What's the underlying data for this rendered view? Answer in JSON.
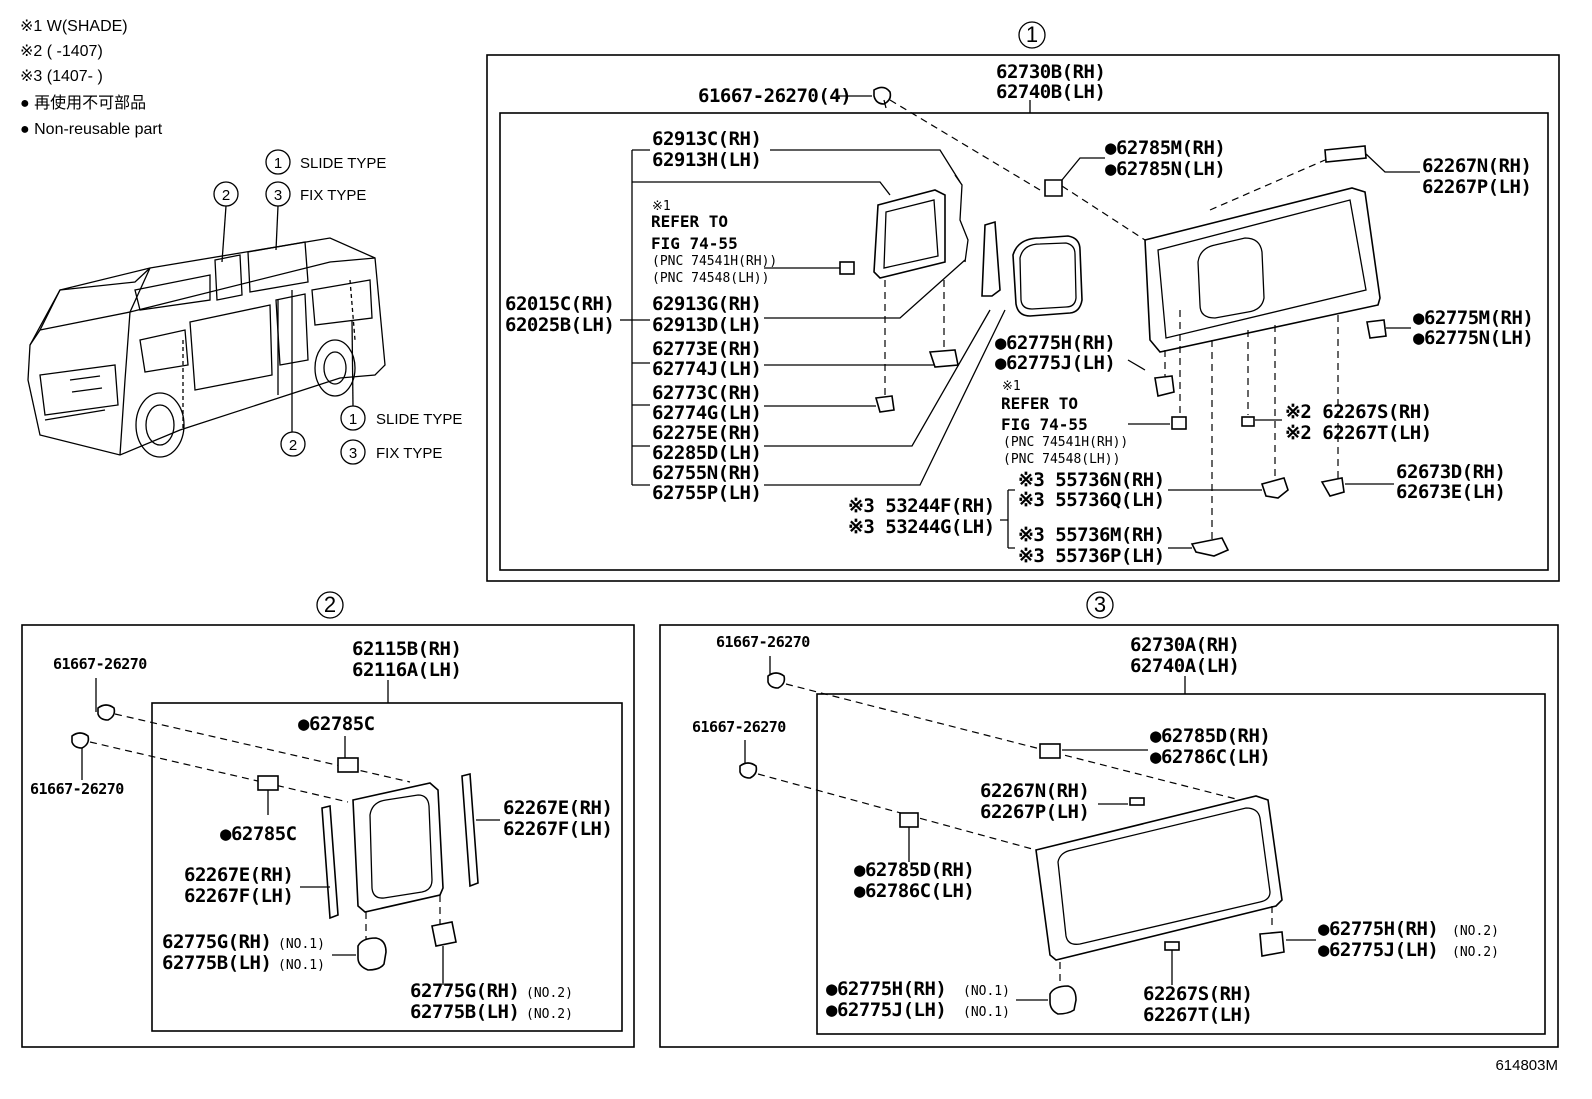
{
  "legend": {
    "note1": "※1 W(SHADE)",
    "note2": "※2 (       -1407)",
    "note3": "※3 (1407-       )",
    "jp_nonreusable": "● 再使用不可部品",
    "en_nonreusable": "● Non-reusable part"
  },
  "van_callouts": {
    "slide_type": "SLIDE TYPE",
    "fix_type": "FIX TYPE",
    "n1": "1",
    "n2": "2",
    "n3": "3"
  },
  "section1": {
    "marker": "1",
    "assy_rh": "62730B(RH)",
    "assy_lh": "62740B(LH)",
    "clip": "61667-26270(4)",
    "p62913C": "62913C(RH)",
    "p62913H": "62913H(LH)",
    "ref_note": "※1",
    "ref_to": "REFER TO",
    "ref_fig": "FIG 74-55",
    "ref_pnc_rh": "(PNC 74541H(RH))",
    "ref_pnc_lh": "(PNC 74548(LH))",
    "p62015C": "62015C(RH)",
    "p62025B": "62025B(LH)",
    "p62913G": "62913G(RH)",
    "p62913D": "62913D(LH)",
    "p62773E": "62773E(RH)",
    "p62774J": "62774J(LH)",
    "p62773C": "62773C(RH)",
    "p62774G": "62774G(LH)",
    "p62275E": "62275E(RH)",
    "p62285D": "62285D(LH)",
    "p62755N": "62755N(RH)",
    "p62755P": "62755P(LH)",
    "p62785M": "●62785M(RH)",
    "p62785N": "●62785N(LH)",
    "p62267N": "62267N(RH)",
    "p62267P": "62267P(LH)",
    "p62775M": "●62775M(RH)",
    "p62775N": "●62775N(LH)",
    "p62775H": "●62775H(RH)",
    "p62775J": "●62775J(LH)",
    "ref2_note": "※1",
    "ref2_to": "REFER TO",
    "ref2_fig": "FIG 74-55",
    "ref2_pnc_rh": "(PNC 74541H(RH))",
    "ref2_pnc_lh": "(PNC 74548(LH))",
    "p62267S": "※2 62267S(RH)",
    "p62267T": "※2 62267T(LH)",
    "p55736N": "※3 55736N(RH)",
    "p55736Q": "※3 55736Q(LH)",
    "p53244F": "※3 53244F(RH)",
    "p53244G": "※3 53244G(LH)",
    "p55736M": "※3 55736M(RH)",
    "p55736P": "※3 55736P(LH)",
    "p62673D": "62673D(RH)",
    "p62673E": "62673E(LH)"
  },
  "section2": {
    "marker": "2",
    "assy_rh": "62115B(RH)",
    "assy_lh": "62116A(LH)",
    "clip_a": "61667-26270",
    "clip_b": "61667-26270",
    "p62785C_a": "●62785C",
    "p62785C_b": "●62785C",
    "p62267E_r": "62267E(RH)",
    "p62267F_r": "62267F(LH)",
    "p62267E_l": "62267E(RH)",
    "p62267F_l": "62267F(LH)",
    "p62775G_1": "62775G(RH)",
    "p62775B_1": "62775B(LH)",
    "no1_a": "(NO.1)",
    "no1_b": "(NO.1)",
    "p62775G_2": "62775G(RH)",
    "p62775B_2": "62775B(LH)",
    "no2_a": "(NO.2)",
    "no2_b": "(NO.2)"
  },
  "section3": {
    "marker": "3",
    "assy_rh": "62730A(RH)",
    "assy_lh": "62740A(LH)",
    "clip_a": "61667-26270",
    "clip_b": "61667-26270",
    "p62785D_a": "●62785D(RH)",
    "p62786C_a": "●62786C(LH)",
    "p62267N": "62267N(RH)",
    "p62267P": "62267P(LH)",
    "p62785D_b": "●62785D(RH)",
    "p62786C_b": "●62786C(LH)",
    "p62775H_2": "●62775H(RH)",
    "p62775J_2": "●62775J(LH)",
    "no2_a": "(NO.2)",
    "no2_b": "(NO.2)",
    "p62775H_1": "●62775H(RH)",
    "p62775J_1": "●62775J(LH)",
    "no1_a": "(NO.1)",
    "no1_b": "(NO.1)",
    "p62267S": "62267S(RH)",
    "p62267T": "62267T(LH)"
  },
  "figure_id": "614803M"
}
